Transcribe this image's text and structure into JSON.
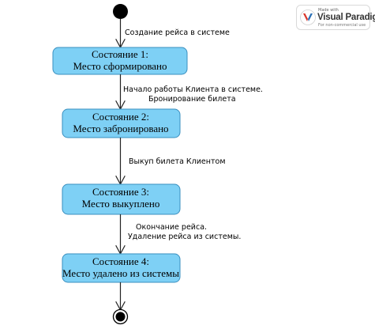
{
  "states": [
    {
      "title": "Состояние 1:",
      "name": "Место сформировано"
    },
    {
      "title": "Состояние 2:",
      "name": "Место забронировано"
    },
    {
      "title": "Состояние 3:",
      "name": "Место выкуплено"
    },
    {
      "title": "Состояние 4:",
      "name": "Место удалено из системы"
    }
  ],
  "transitions": [
    {
      "lines": [
        "Создание рейса в системе"
      ]
    },
    {
      "lines": [
        "Начало работы Клиента в системе.",
        "Бронирование билета"
      ]
    },
    {
      "lines": [
        "Выкуп билета Клиентом"
      ]
    },
    {
      "lines": [
        "Окончание рейса.",
        "Удаление рейса из системы."
      ]
    }
  ],
  "watermark": {
    "made_with": "Made with",
    "brand": "Visual Paradigm",
    "note": "For non-commercial use"
  },
  "colors": {
    "state_fill": "#7ed0f5",
    "state_stroke": "#3a8fbf",
    "line": "#222222",
    "logo_red": "#d9372b",
    "logo_blue": "#2a6fb5"
  }
}
